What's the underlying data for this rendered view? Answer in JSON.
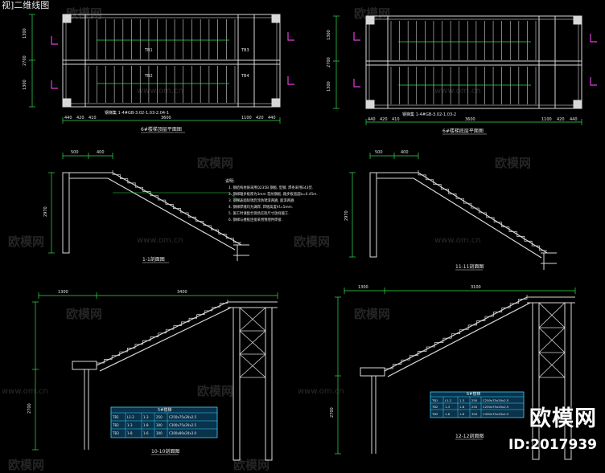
{
  "viewport": {
    "label": "视]二维线图"
  },
  "colors": {
    "background": "#000000",
    "structure": "#d8d8d8",
    "dimension": "#33e04a",
    "text": "#e8e8e8",
    "section_marker": "#e23ce2",
    "table_fill": "#1a8fd8",
    "table_border": "#3fd0ff"
  },
  "plan_top_left": {
    "caption": "6#楼梯顶层平面图",
    "note": "钢梯集 1-4#GB-3.02-1.03-2.04-1",
    "dims_bottom": [
      "440",
      "420",
      "410",
      "3600",
      "1100",
      "420",
      "440"
    ],
    "dims_left": [
      "1300",
      "2700",
      "1300"
    ],
    "labels": [
      "TB1",
      "TB2",
      "TB3",
      "TB4"
    ]
  },
  "plan_top_right": {
    "caption": "6#楼梯底层平面图",
    "note": "钢梯集 1-4#GB-3.02-1.03-2",
    "dims_bottom": [
      "440",
      "420",
      "410",
      "3600",
      "1100",
      "420",
      "440"
    ],
    "dims_left": [
      "1300",
      "2700",
      "1300"
    ]
  },
  "section_mid_left": {
    "caption": "1-1剖面图",
    "dims_top": [
      "500",
      "400"
    ],
    "dim_left": "2970",
    "notes_heading": "说明:",
    "notes": [
      "1. 钢结构材质采用Q235B 钢板, 型钢, 焊条采用E43型.",
      "2. 钢梯踏步板厚为3mm 花纹钢板, 踏步板宽度b=0.45m.",
      "3. 钢梯表面除锈后涂防锈漆两遍, 面漆两遍.",
      "4. 钢梯焊缝均为满焊, 焊缝高度hf=5mm.",
      "5. 施工时请配合现场实际尺寸放样施工.",
      "6. 钢梯与楼板连接采用预埋件焊接."
    ]
  },
  "section_mid_right": {
    "caption": "11-11剖面图",
    "dims_top": [
      "500",
      "400"
    ],
    "dim_left": "2970"
  },
  "section_bottom_left": {
    "caption": "10-10剖面图",
    "dims_top": [
      "1300",
      "3400"
    ],
    "dim_left": "2700"
  },
  "section_bottom_right": {
    "caption": "12-12剖面图",
    "dims_top": [
      "1300",
      "3100"
    ],
    "dim_left": "2700"
  },
  "table_left": {
    "title": "5#楼梯",
    "rows": [
      [
        "TB1",
        "L1-2",
        "1-3",
        "250",
        "C250x75x20x2.5"
      ],
      [
        "TB2",
        "1-3",
        "1-8",
        "300",
        "C300x75x20x2.5"
      ],
      [
        "TB3",
        "1-8",
        "1-6",
        "300",
        "C300x80x20x3.0"
      ]
    ]
  },
  "table_right": {
    "title": "6#楼梯",
    "rows": [
      [
        "TB1",
        "L1-2",
        "1-3",
        "250",
        "C250x75x20x2.5"
      ],
      [
        "TB2",
        "1-3",
        "1-8",
        "250",
        "C250x75x20x2.5"
      ],
      [
        "TB3",
        "1-8",
        "1-6",
        "300",
        "C300x75x20x2.5"
      ]
    ]
  },
  "watermark": {
    "text": "欧模网",
    "url": "www.om.cn"
  },
  "brand": {
    "name": "欧模网",
    "id": "ID:2017939"
  }
}
